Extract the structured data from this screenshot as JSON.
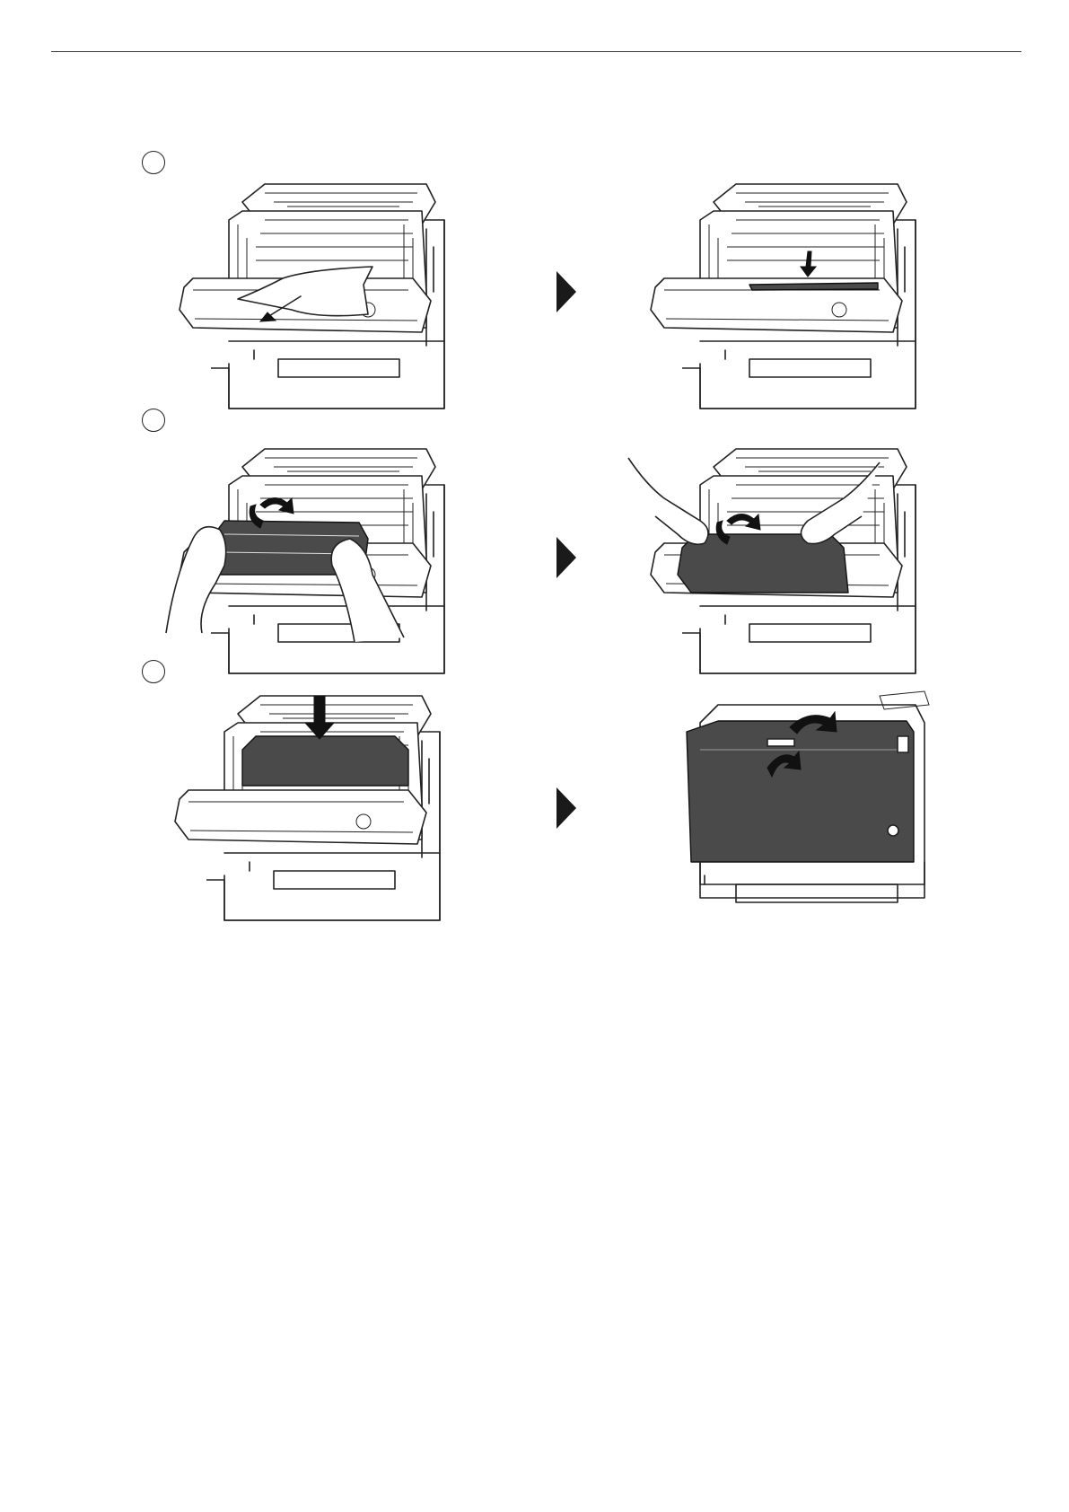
{
  "page": {
    "steps": [
      {
        "marker": "",
        "panels": [
          "paper-removal",
          "check-inside"
        ]
      },
      {
        "marker": "",
        "panels": [
          "remove-toner",
          "reinstall-toner"
        ]
      },
      {
        "marker": "",
        "panels": [
          "insert-toner",
          "close-cover"
        ]
      }
    ]
  }
}
